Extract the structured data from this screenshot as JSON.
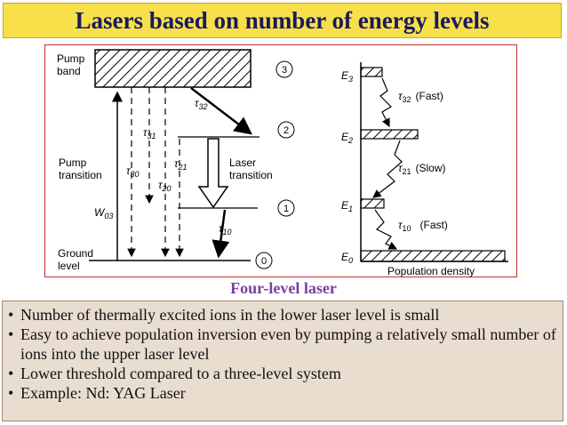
{
  "title": "Lasers based on number of energy levels",
  "diagram": {
    "left": {
      "pump_band_label": [
        "Pump",
        "band"
      ],
      "pump_transition_label": [
        "Pump",
        "transition"
      ],
      "ground_level_label": [
        "Ground",
        "level"
      ],
      "w03": "W",
      "w03_sub": "03",
      "laser_transition_label": [
        "Laser",
        "transition"
      ],
      "tau": "τ",
      "t32": "32",
      "t31": "31",
      "t30": "30",
      "t21": "21",
      "t20": "20",
      "t10": "10",
      "level_3": "3",
      "level_2": "2",
      "level_1": "1",
      "level_0": "0"
    },
    "right": {
      "e": "E",
      "e3_sub": "3",
      "e2_sub": "2",
      "e1_sub": "1",
      "e0_sub": "0",
      "tau": "τ",
      "t32": "32",
      "t21": "21",
      "t10": "10",
      "fast_1": "(Fast)",
      "slow": "(Slow)",
      "fast_2": "(Fast)",
      "xlabel": "Population density"
    }
  },
  "caption": "Four-level laser",
  "bullets": [
    "Number of thermally excited ions in the lower laser level is small",
    "Easy to achieve population inversion even by pumping a relatively small number of ions into the upper laser level",
    "Lower threshold compared to a three-level system",
    "Example: Nd: YAG Laser"
  ]
}
